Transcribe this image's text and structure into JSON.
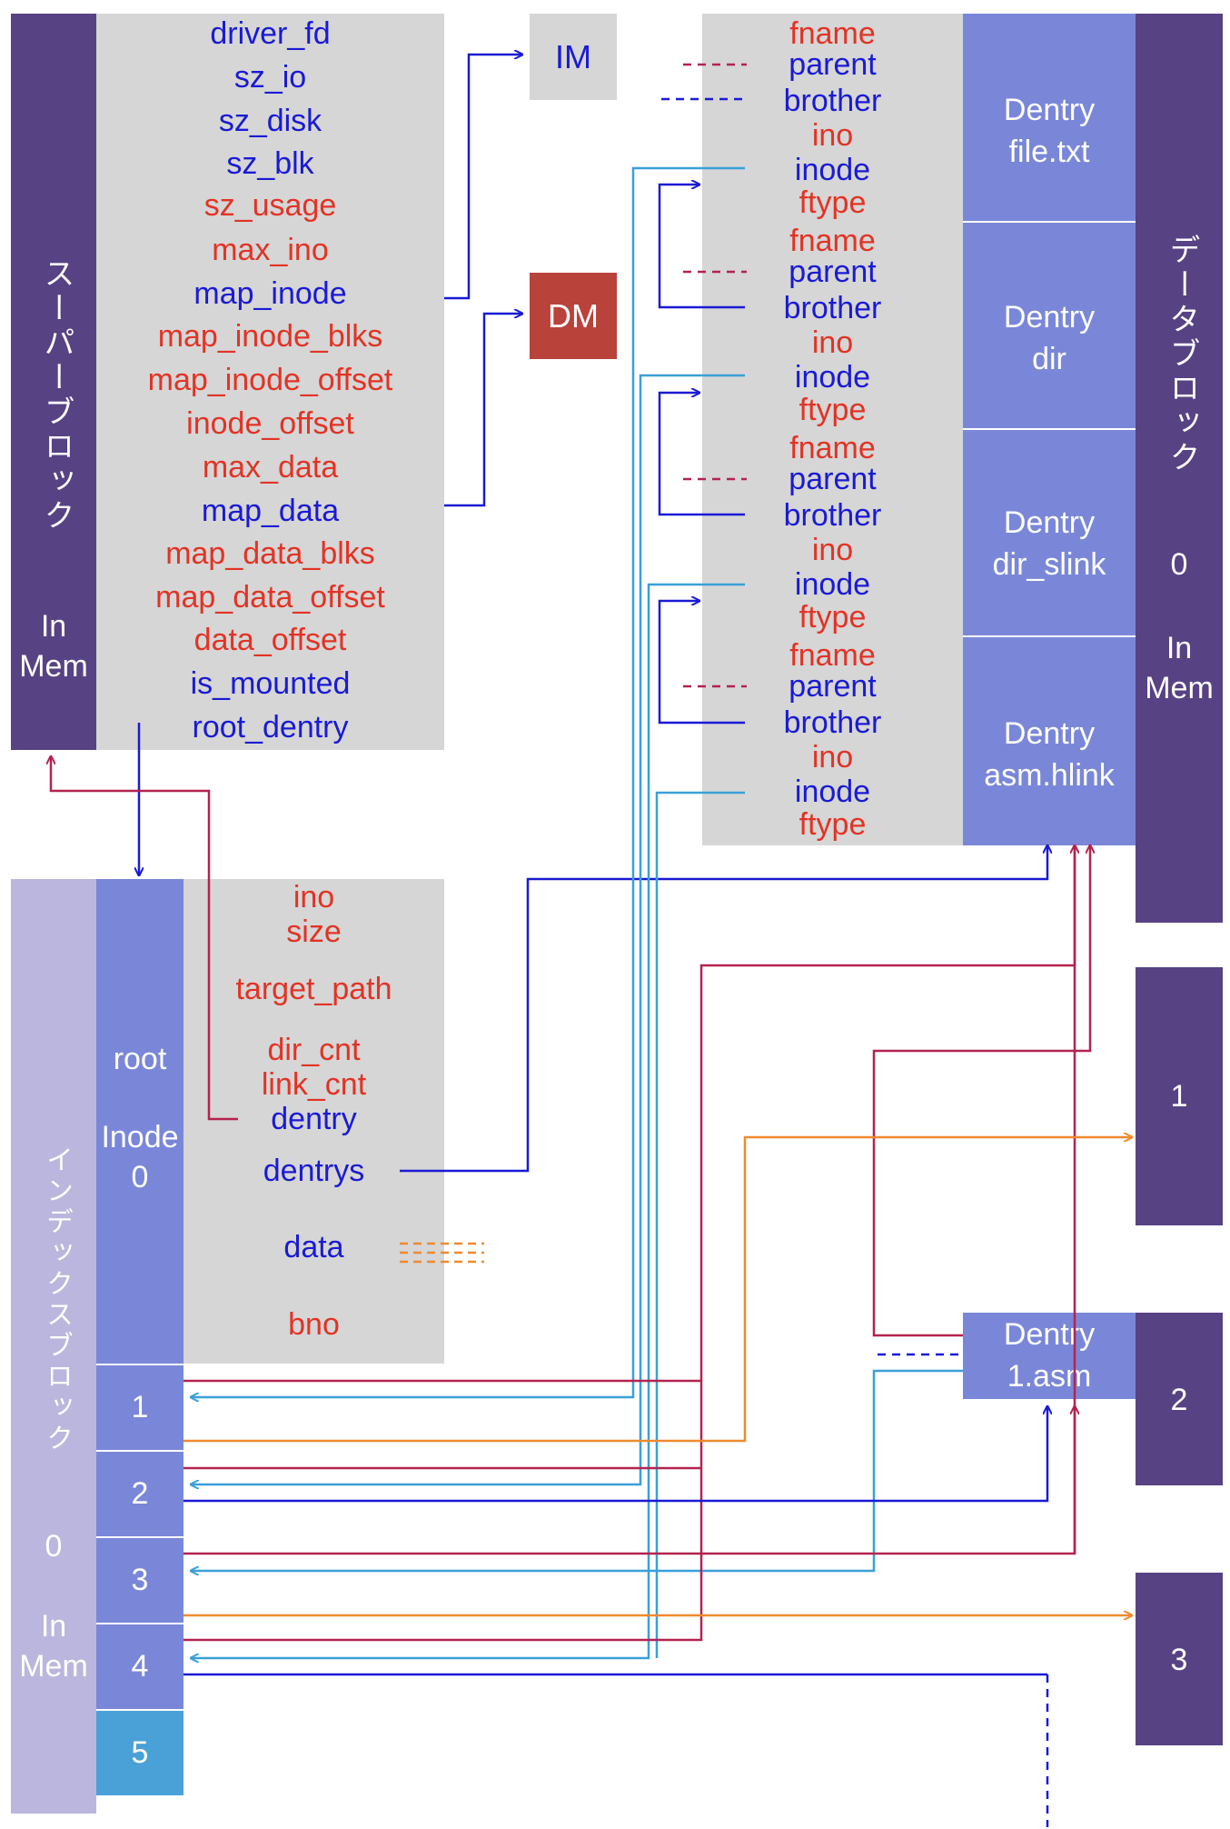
{
  "superblock": {
    "label_jp": "スーパーブロック",
    "label_mem": "In\nMem",
    "fields": [
      {
        "text": "driver_fd",
        "color": "blue"
      },
      {
        "text": "sz_io",
        "color": "blue"
      },
      {
        "text": "sz_disk",
        "color": "blue"
      },
      {
        "text": "sz_blk",
        "color": "blue"
      },
      {
        "text": "sz_usage",
        "color": "red"
      },
      {
        "text": "max_ino",
        "color": "red"
      },
      {
        "text": "map_inode",
        "color": "blue"
      },
      {
        "text": "map_inode_blks",
        "color": "red"
      },
      {
        "text": "map_inode_offset",
        "color": "red"
      },
      {
        "text": "inode_offset",
        "color": "red"
      },
      {
        "text": "max_data",
        "color": "red"
      },
      {
        "text": "map_data",
        "color": "blue"
      },
      {
        "text": "map_data_blks",
        "color": "red"
      },
      {
        "text": "map_data_offset",
        "color": "red"
      },
      {
        "text": "data_offset",
        "color": "red"
      },
      {
        "text": "is_mounted",
        "color": "blue"
      },
      {
        "text": "root_dentry",
        "color": "blue"
      }
    ]
  },
  "im_box": {
    "label": "IM"
  },
  "dm_box": {
    "label": "DM"
  },
  "dentry_fields": [
    {
      "text": "fname",
      "color": "red"
    },
    {
      "text": "parent",
      "color": "blue"
    },
    {
      "text": "brother",
      "color": "blue"
    },
    {
      "text": "ino",
      "color": "red"
    },
    {
      "text": "inode",
      "color": "blue"
    },
    {
      "text": "ftype",
      "color": "red"
    }
  ],
  "dentries": [
    {
      "title": "Dentry",
      "name": "file.txt"
    },
    {
      "title": "Dentry",
      "name": "dir"
    },
    {
      "title": "Dentry",
      "name": "dir_slink"
    },
    {
      "title": "Dentry",
      "name": "asm.hlink"
    }
  ],
  "datablock0": {
    "label_jp": "データブロック",
    "num": "0",
    "label_mem": "In\nMem"
  },
  "datablocks": [
    "1",
    "2",
    "3"
  ],
  "dentry_asm": {
    "title": "Dentry",
    "name": "1.asm"
  },
  "indexblock": {
    "label_jp": "インデックスブロック",
    "num": "0",
    "label_mem": "In\nMem"
  },
  "root_inode": {
    "label_root": "root",
    "label_inode": "Inode\n0"
  },
  "inode_fields": [
    {
      "text": "ino",
      "color": "red"
    },
    {
      "text": "size",
      "color": "red"
    },
    {
      "text": "target_path",
      "color": "red"
    },
    {
      "text": "dir_cnt",
      "color": "red"
    },
    {
      "text": "link_cnt",
      "color": "red"
    },
    {
      "text": "dentry",
      "color": "blue"
    },
    {
      "text": "dentrys",
      "color": "blue"
    },
    {
      "text": "data",
      "color": "blue"
    },
    {
      "text": "bno",
      "color": "red"
    }
  ],
  "inodes": [
    "1",
    "2",
    "3",
    "4",
    "5"
  ],
  "colors": {
    "red": "#e23325",
    "blue": "#1a1ad6",
    "purple": "#574284",
    "lavender": "#bbb6de",
    "mid": "#7a87d8",
    "gray": "#d6d6d6",
    "teal": "#4aa1d8",
    "dm": "#b9423a",
    "line_crimson": "#b3234f",
    "line_cyan": "#3aa0d8",
    "line_orange": "#ef8a2e",
    "line_navy": "#1a1ad6"
  }
}
